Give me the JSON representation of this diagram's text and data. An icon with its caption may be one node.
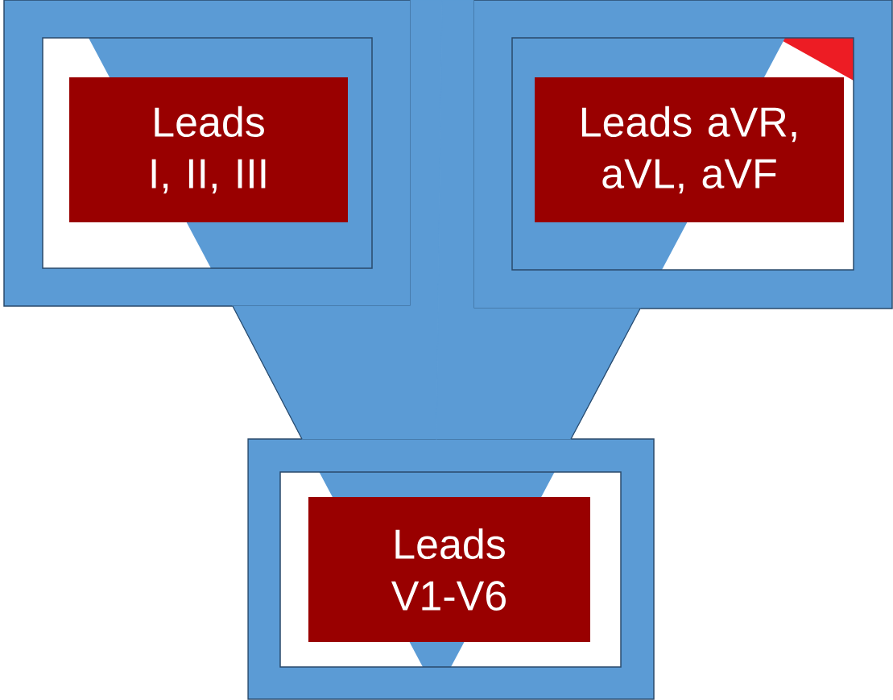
{
  "diagram": {
    "nodes": [
      {
        "text": [],
        "shape": "box"
      },
      {
        "text": [
          "Leads I, II, III"
        ],
        "in": 0
      },
      {
        "text": [],
        "shape": "box"
      },
      {
        "text": [
          "Leads aVR, aVL, aVF"
        ],
        "in": 2
      },
      {
        "text": [],
        "shape": "box"
      },
      {
        "text": [
          "Leads V1-V6"
        ],
        "in": 4
      }
    ],
    "edges": [
      {
        "from": 0,
        "to": 4,
        "arrow": "none"
      },
      {
        "from": 2,
        "to": 4,
        "arrow": "none"
      }
    ]
  }
}
